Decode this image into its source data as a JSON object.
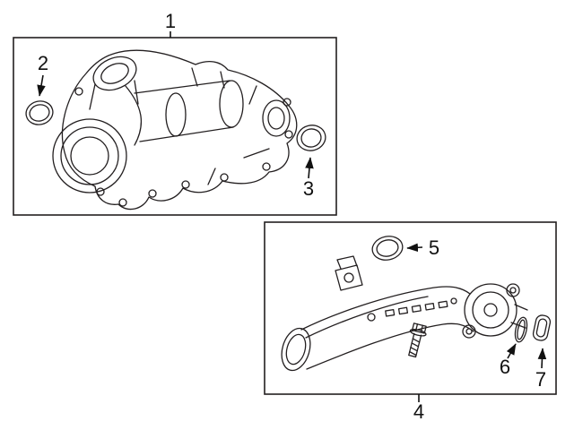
{
  "diagram": {
    "background_color": "#ffffff",
    "line_color": "#231f20",
    "callout_color": "#111111",
    "callouts": {
      "c1": "1",
      "c2": "2",
      "c3": "3",
      "c4": "4",
      "c5": "5",
      "c6": "6",
      "c7": "7"
    }
  }
}
